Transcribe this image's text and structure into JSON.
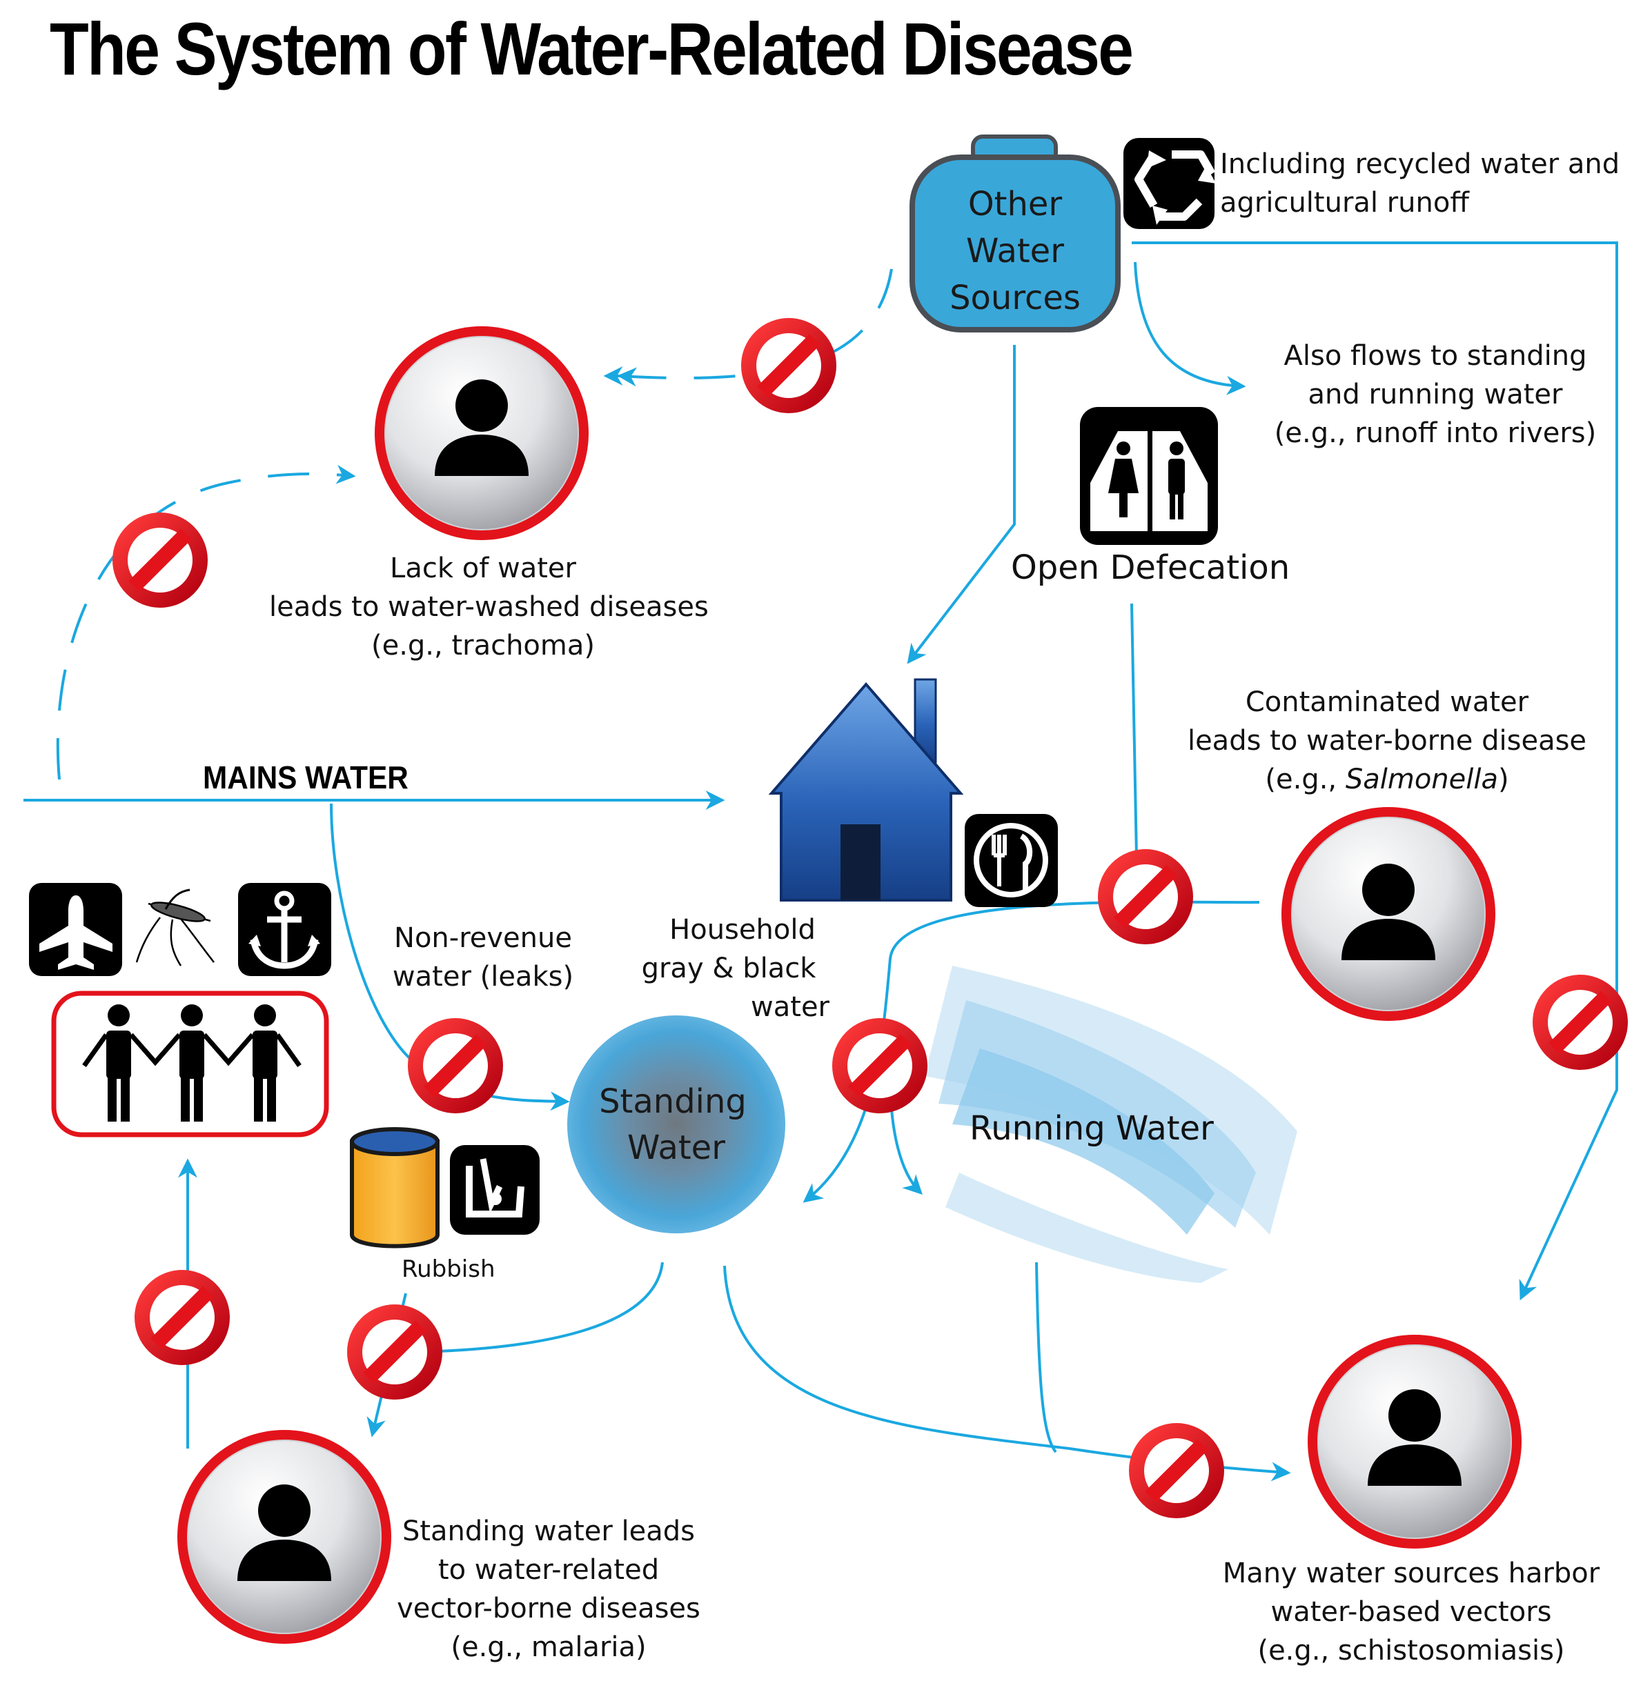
{
  "title": "The System of Water-Related Disease",
  "nodes": {
    "other_water_sources": [
      "Other",
      "Water",
      "Sources"
    ],
    "standing_water": [
      "Standing",
      "Water"
    ],
    "running_water": "Running Water",
    "mains_water": "MAINS WATER",
    "open_defecation": "Open Defecation",
    "rubbish": "Rubbish"
  },
  "labels": {
    "recycled": [
      "Including recycled water and",
      "agricultural runoff"
    ],
    "also_flows": [
      "Also flows to standing",
      "and running water",
      "(e.g., runoff into rivers)"
    ],
    "water_washed": [
      "Lack of water",
      "leads to water-washed diseases",
      "(e.g., trachoma)"
    ],
    "water_borne_pre": "leads to water-borne disease",
    "water_borne_title": "Contaminated water",
    "water_borne_eg_prefix": "(e.g., ",
    "water_borne_eg_italic": "Salmonella",
    "water_borne_eg_suffix": ")",
    "non_revenue": [
      "Non-revenue",
      "water (leaks)"
    ],
    "household": [
      "Household",
      "gray & black",
      "water"
    ],
    "vector_borne": [
      "Standing water leads",
      "to water-related",
      "vector-borne diseases",
      "(e.g., malaria)"
    ],
    "water_based": [
      "Many water sources harbor",
      "water-based vectors",
      "(e.g., schistosomiasis)"
    ]
  },
  "colors": {
    "flow": "#1ba8e0",
    "prohibit": "#e3131b",
    "house": "#1f56a8",
    "tank": "#3aa7d9",
    "standing": "#4aa6d8",
    "ring": "#e3131b"
  },
  "icons": [
    "recycle-icon",
    "toilet-sign-icon",
    "dining-icon",
    "airplane-icon",
    "mosquito-icon",
    "anchor-icon",
    "people-icon",
    "barrel-icon",
    "trash-icon",
    "house-icon",
    "person-icon",
    "prohibition-icon"
  ]
}
